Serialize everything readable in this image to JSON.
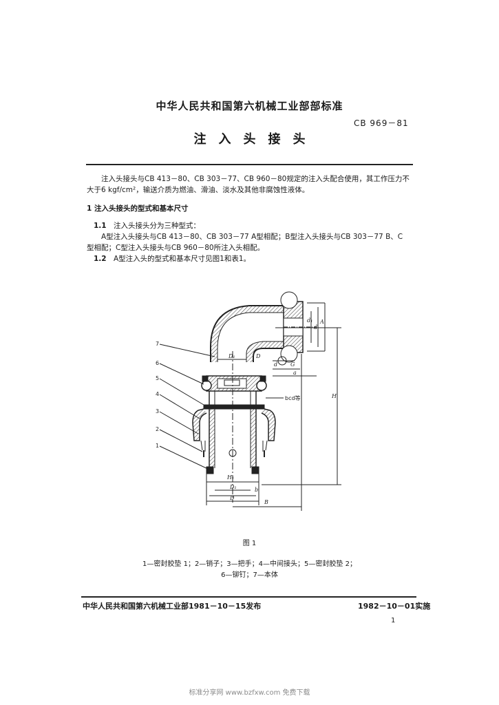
{
  "header": {
    "organization": "中华人民共和国第六机械工业部部标准",
    "standard_no": "CB 969－81",
    "title": "注入头接头"
  },
  "intro": {
    "line1": "注入头接头与CB 413－80、CB 303－77、CB 960－80规定的注入头配合使用，其工作压力不",
    "line2": "大于6 kgf/cm²，输送介质为燃油、滑油、淡水及其他非腐蚀性液体。"
  },
  "section1": {
    "heading": "1  注入头接头的型式和基本尺寸",
    "item_1_1": {
      "number": "1.1",
      "line1": "注入头接头分为三种型式：",
      "line2": "A型注入头接头与CB 413－80、CB 303－77 A型相配；B型注入头接头与CB 303－77 B、C",
      "line3": "型相配；C型注入头接头与CB 960－80所注入头相配。"
    },
    "item_1_2": {
      "number": "1.2",
      "text": "A型注入头的型式和基本尺寸见图1和表1。"
    }
  },
  "figure": {
    "part_numbers": [
      "7",
      "6",
      "5",
      "4",
      "3",
      "2",
      "1"
    ],
    "dimension_labels": {
      "d1": "d₁",
      "d": "d",
      "A": "A",
      "H": "H",
      "D1_top": "D₁",
      "D_top": "D",
      "d_small": "d",
      "G": "G",
      "D": "D",
      "B": "B",
      "H1": "H₁",
      "D1_bottom": "D₁",
      "D_bottom": "D",
      "b": "b",
      "a": "a"
    },
    "note": "bcd等",
    "caption": "图 1",
    "legend_line1": "1—密封胶垫 1；2—销子；3—把手；4—中间接头；5—密封胶垫 2；",
    "legend_line2": "6—铆钉；7—本体"
  },
  "footer": {
    "issuer": "中华人民共和国第六机械工业部1981－10－15发布",
    "effective": "1982－10－01实施",
    "page": "1"
  },
  "watermark": "标准分享网 www.bzfxw.com 免费下载"
}
